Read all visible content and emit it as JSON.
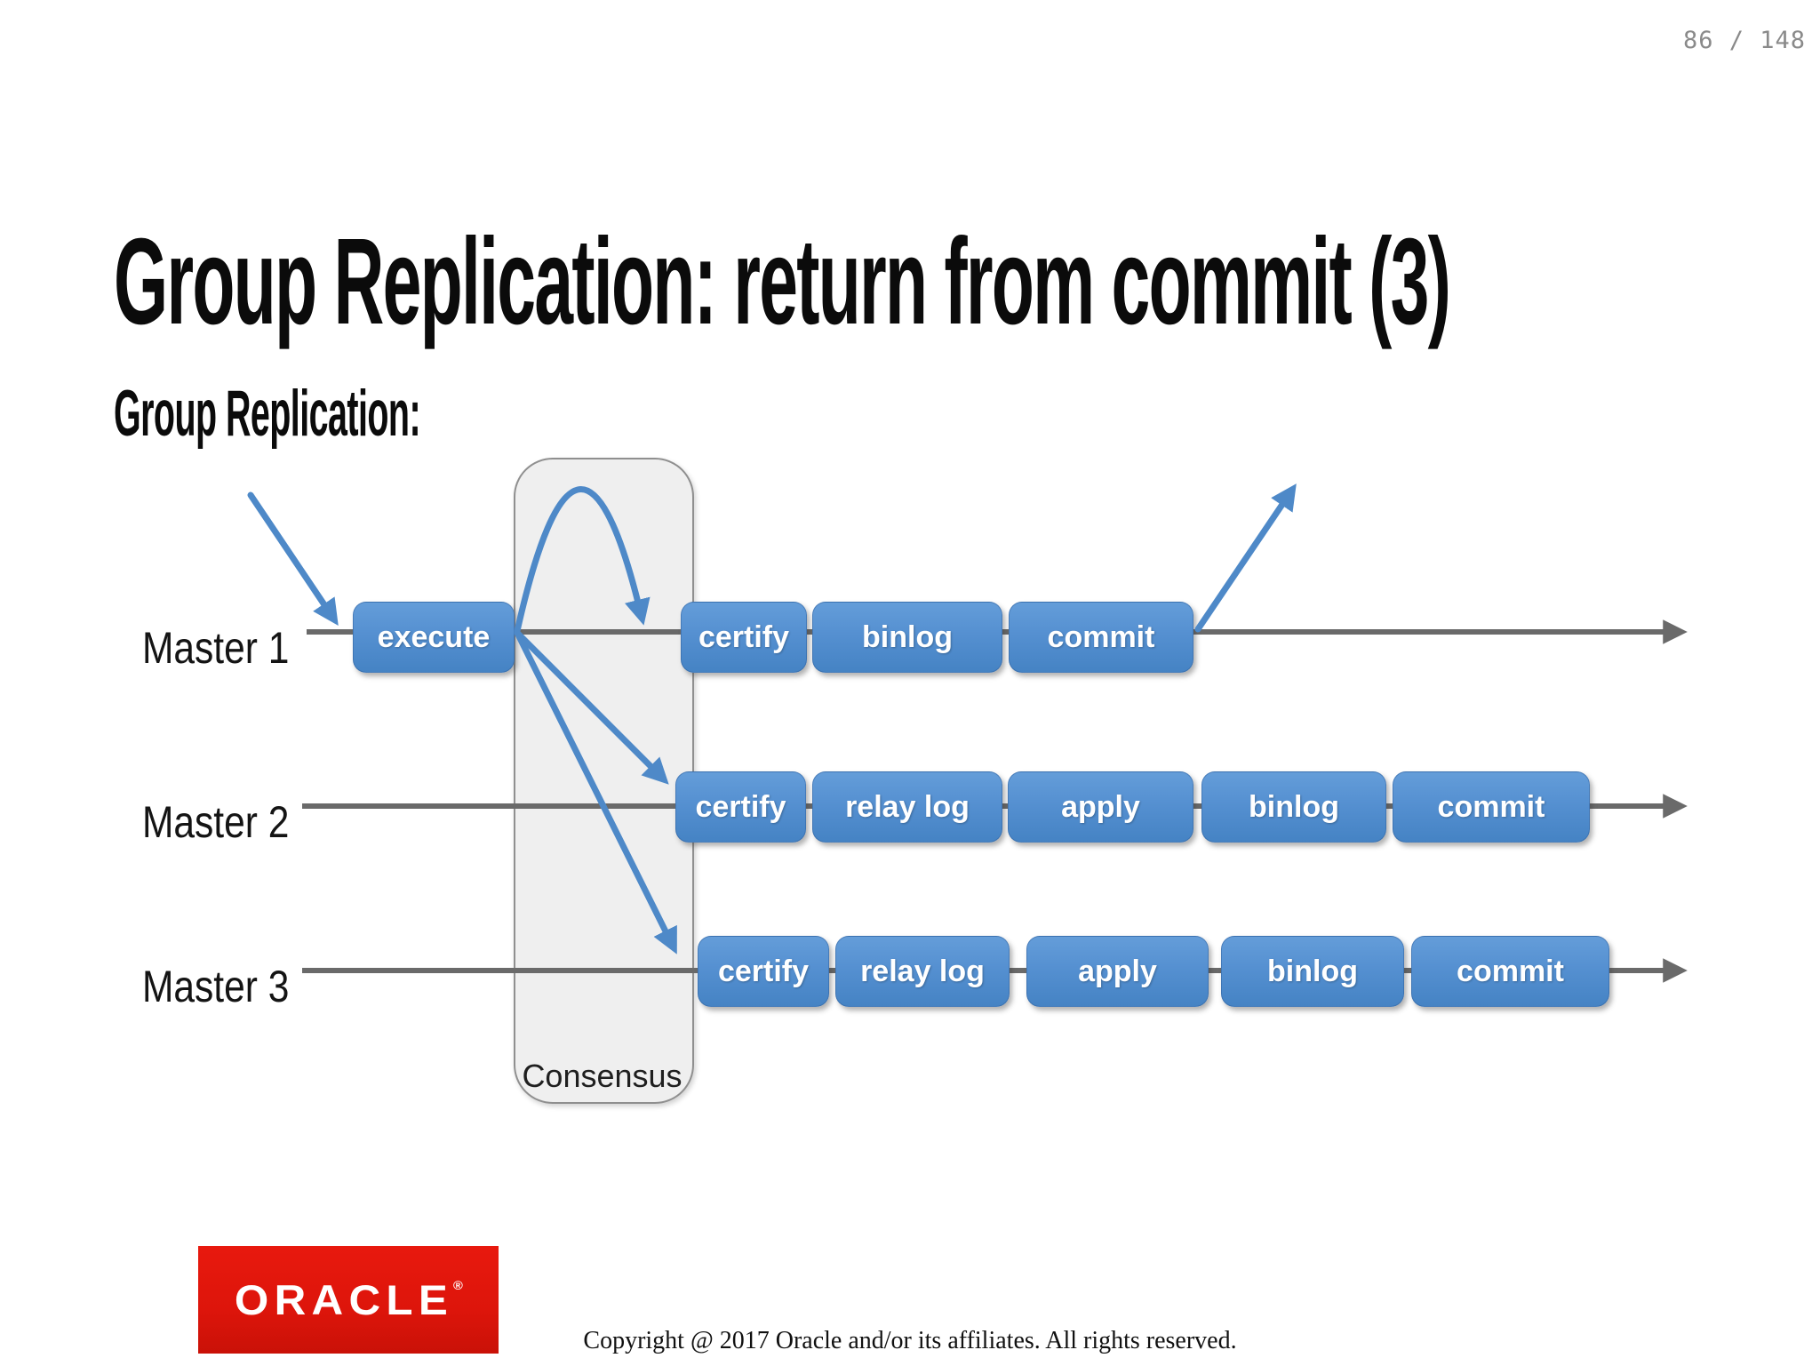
{
  "page": {
    "number": "86 / 148"
  },
  "title": "Group Replication: return from commit (3)",
  "subtitle": "Group Replication:",
  "diagram": {
    "consensus_label": "Consensus",
    "rows": [
      {
        "label": "Master 1",
        "boxes": [
          "execute",
          "certify",
          "binlog",
          "commit"
        ]
      },
      {
        "label": "Master 2",
        "boxes": [
          "certify",
          "relay log",
          "apply",
          "binlog",
          "commit"
        ]
      },
      {
        "label": "Master 3",
        "boxes": [
          "certify",
          "relay log",
          "apply",
          "binlog",
          "commit"
        ]
      }
    ],
    "colors": {
      "box_blue_top": "#649dd9",
      "box_blue_bottom": "#4583c4",
      "arrow_blue": "#4e89c8",
      "timeline_gray": "#6a6a6a",
      "consensus_fill": "#efefef",
      "consensus_border": "#8f8f8f"
    }
  },
  "footer": {
    "logo_text": "ORACLE",
    "logo_registered": "®",
    "logo_red": "#e8190e",
    "copyright": "Copyright @ 2017 Oracle and/or its affiliates. All rights reserved."
  }
}
